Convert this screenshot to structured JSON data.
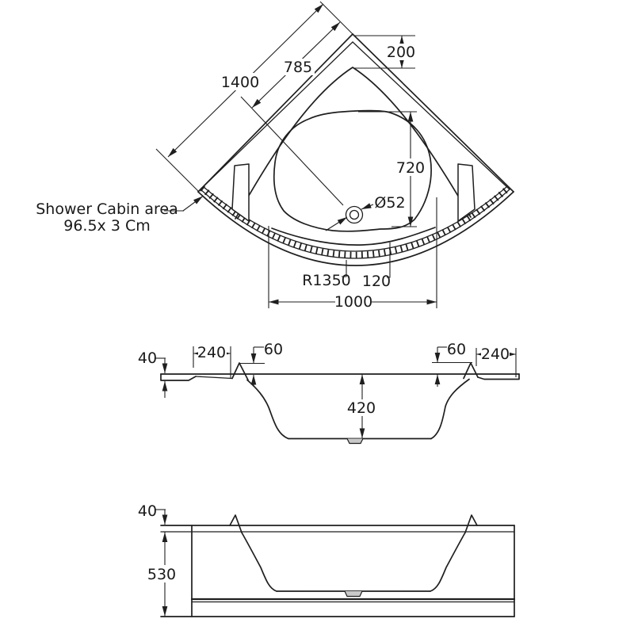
{
  "colors": {
    "ink": "#1f1f1f",
    "paper": "#ffffff"
  },
  "note": {
    "line1": "Shower Cabin area",
    "line2": "96.5x 3 Cm"
  },
  "plan": {
    "d1400": "1400",
    "d785": "785",
    "d200": "200",
    "d720": "720",
    "drain": "Ø52",
    "radius": "R1350",
    "d120": "120",
    "d1000": "1000"
  },
  "section": {
    "d40": "40",
    "d240_left": "240",
    "d60_left": "60",
    "d60_right": "60",
    "d240_right": "240",
    "d420": "420"
  },
  "front": {
    "d40": "40",
    "d530": "530"
  }
}
